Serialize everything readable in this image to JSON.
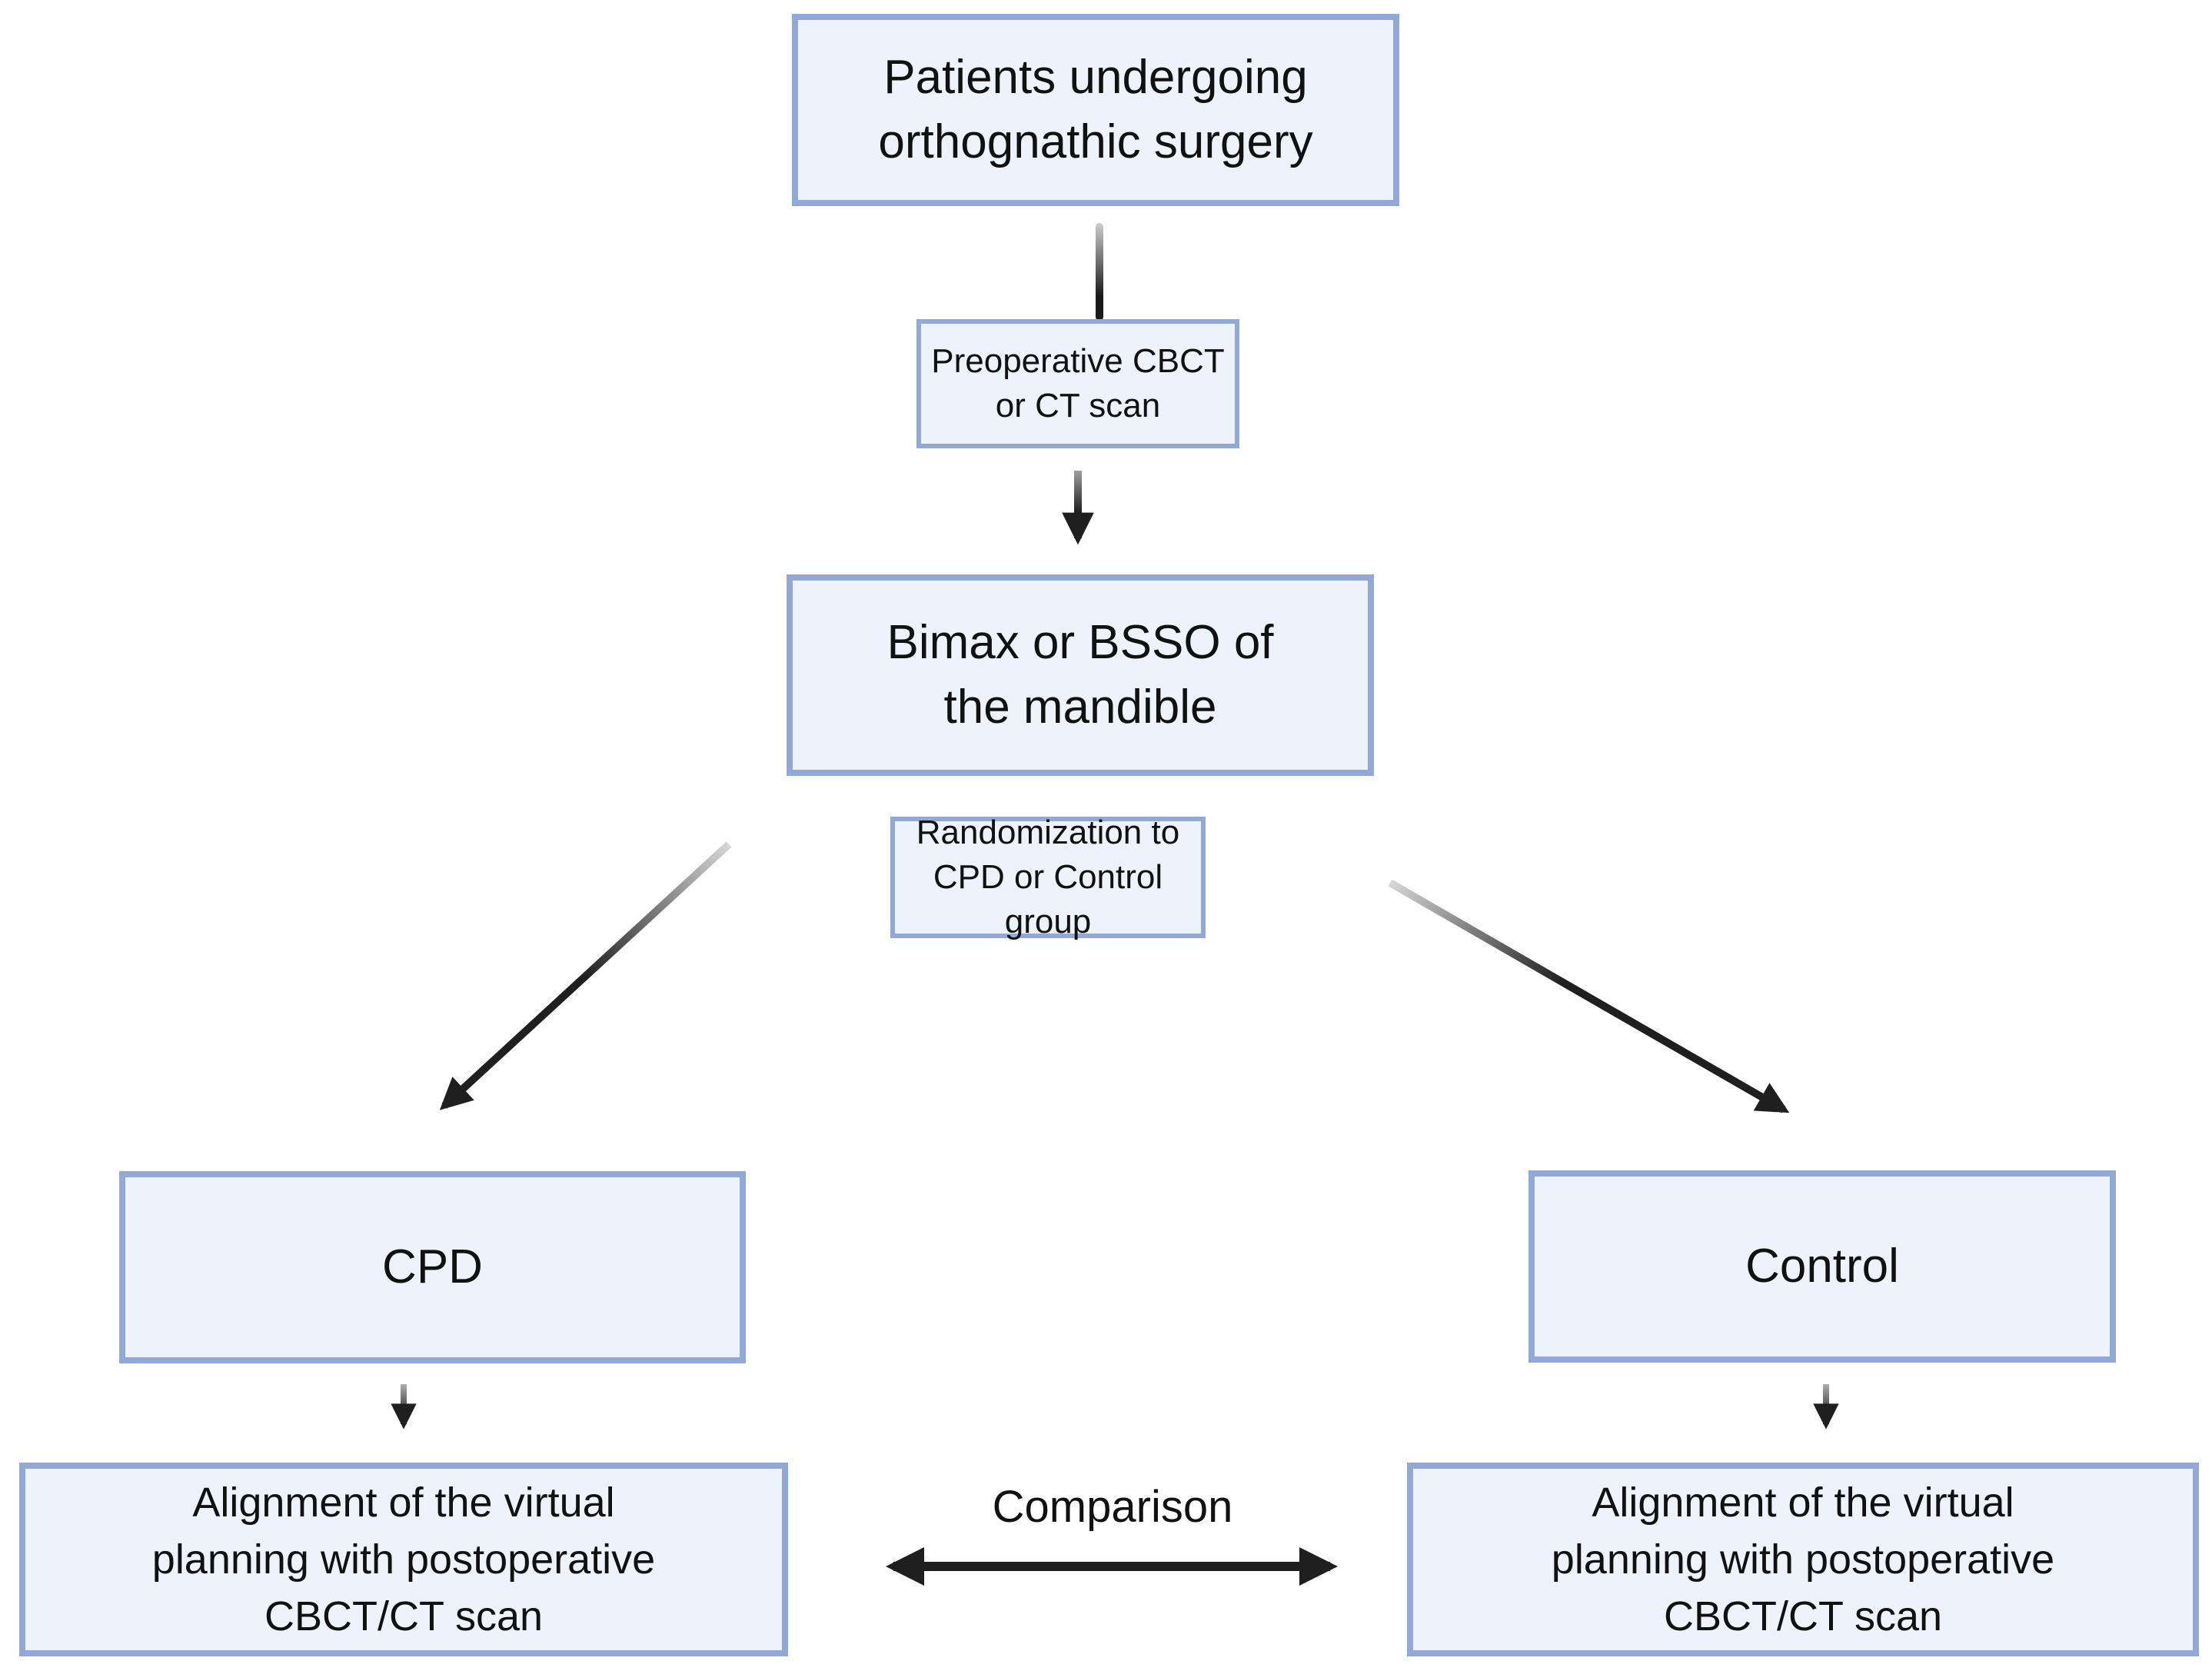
{
  "theme": {
    "background": "#ffffff",
    "node_fill": "#edf2fb",
    "node_border": "#92a8d6",
    "text_color": "#111111",
    "arrow_color": "#1f1f1f",
    "arrow_fade_start": "#d6d6d6"
  },
  "nodes": {
    "patients": {
      "label": "Patients undergoing\northognathic surgery"
    },
    "preop_scan": {
      "label": "Preoperative CBCT\nor CT scan"
    },
    "bimax": {
      "label": "Bimax or BSSO of\nthe mandible"
    },
    "randomization": {
      "label": "Randomization to\nCPD or Control group"
    },
    "cpd": {
      "label": "CPD"
    },
    "control": {
      "label": "Control"
    },
    "alignment_cpd": {
      "label": "Alignment of the virtual\nplanning with postoperative\nCBCT/CT scan"
    },
    "alignment_control": {
      "label": "Alignment of the virtual\nplanning with postoperative\nCBCT/CT scan"
    },
    "comparison": {
      "label": "Comparison"
    }
  }
}
